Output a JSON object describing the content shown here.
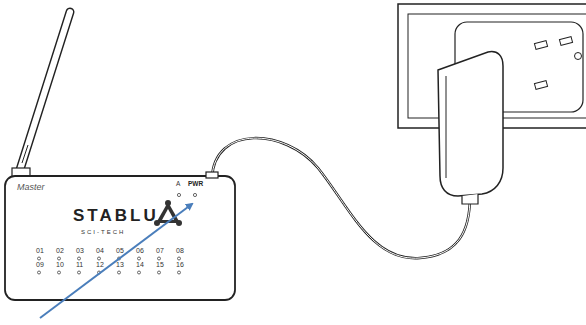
{
  "diagram": {
    "nodes": [
      {
        "text": [
          "Master",
          "A",
          "PWR",
          "STABLU",
          "SCI-TECH",
          "01",
          "02",
          "03",
          "04",
          "05",
          "06",
          "07",
          "08",
          "09",
          "10",
          "11",
          "12",
          "13",
          "14",
          "15",
          "16"
        ]
      }
    ]
  }
}
